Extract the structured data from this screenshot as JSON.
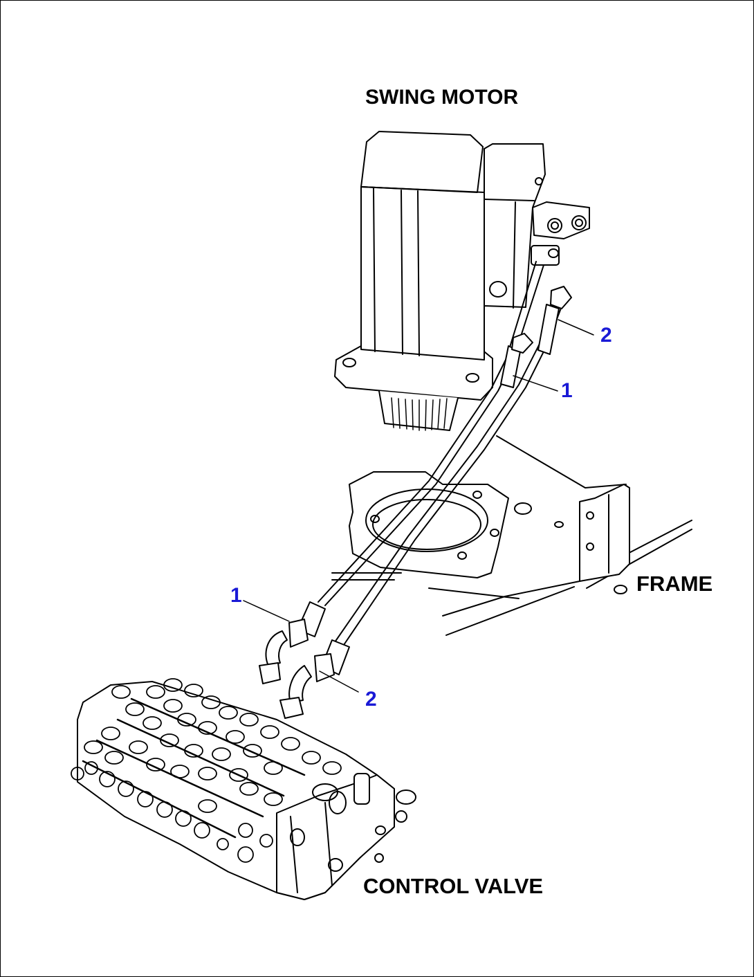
{
  "diagram": {
    "labels": {
      "swing_motor": "SWING MOTOR",
      "frame": "FRAME",
      "control_valve": "CONTROL VALVE"
    },
    "callouts": [
      {
        "id": "motor-hose-2",
        "text": "2"
      },
      {
        "id": "motor-hose-1",
        "text": "1"
      },
      {
        "id": "valve-hose-1",
        "text": "1"
      },
      {
        "id": "valve-hose-2",
        "text": "2"
      }
    ],
    "callout_color": "#1a1ad6",
    "line_color": "#000000"
  }
}
